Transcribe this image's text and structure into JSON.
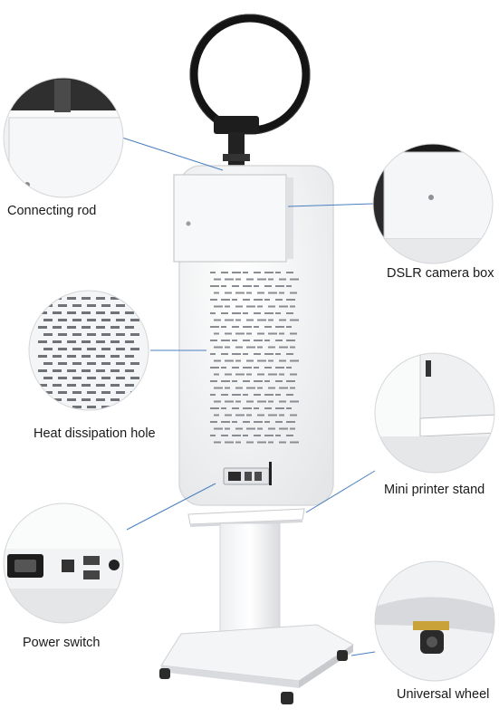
{
  "labels": {
    "connecting_rod": "Connecting rod",
    "dslr_camera_box": "DSLR camera box",
    "heat_dissipation_hole": "Heat dissipation hole",
    "mini_printer_stand": "Mini printer stand",
    "power_switch": "Power switch",
    "universal_wheel": "Universal wheel"
  },
  "colors": {
    "leader_line": "#4a7fc0",
    "ring_light": "#141414",
    "body_white": "#f3f4f5",
    "shadow_grey": "#c9cbce"
  }
}
